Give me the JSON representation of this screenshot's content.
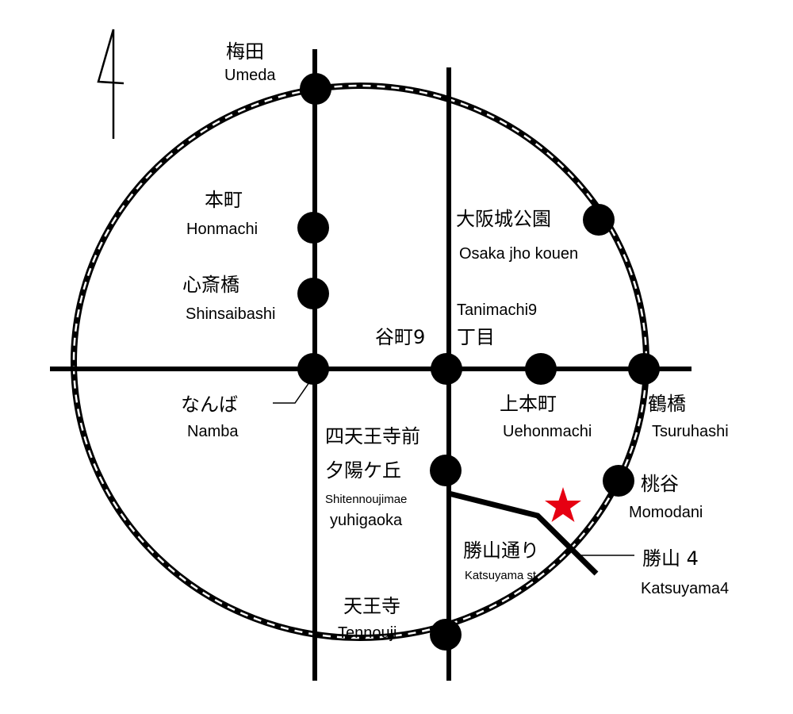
{
  "colors": {
    "line": "#000000",
    "star": "#e60012",
    "background": "#ffffff"
  },
  "north_arrow": "north-arrow-icon",
  "stations": {
    "umeda": {
      "jp": "梅田",
      "en": "Umeda"
    },
    "honmachi": {
      "jp": "本町",
      "en": "Honmachi"
    },
    "shinsaibashi": {
      "jp": "心斎橋",
      "en": "Shinsaibashi"
    },
    "namba": {
      "jp": "なんば",
      "en": "Namba"
    },
    "tanimachi9": {
      "jp1": "谷町9",
      "jp2": "丁目",
      "en": "Tanimachi9"
    },
    "uehonmachi": {
      "jp": "上本町",
      "en": "Uehonmachi"
    },
    "tsuruhashi": {
      "jp": "鶴橋",
      "en": "Tsuruhashi"
    },
    "osakajo": {
      "jp": "大阪城公園",
      "en": "Osaka jho kouen"
    },
    "shitennoji": {
      "jp1": "四天王寺前",
      "jp2": "夕陽ケ丘",
      "en1": "Shitennoujimae",
      "en2": "yuhigaoka"
    },
    "momodani": {
      "jp": "桃谷",
      "en": "Momodani"
    },
    "tennoji": {
      "jp": "天王寺",
      "en": "Tennouji"
    }
  },
  "streets": {
    "katsuyama_st": {
      "jp": "勝山通り",
      "en": "Katsuyama st"
    }
  },
  "destination": {
    "jp": "勝山 4",
    "en": "Katsuyama4",
    "marker": "star-icon"
  }
}
